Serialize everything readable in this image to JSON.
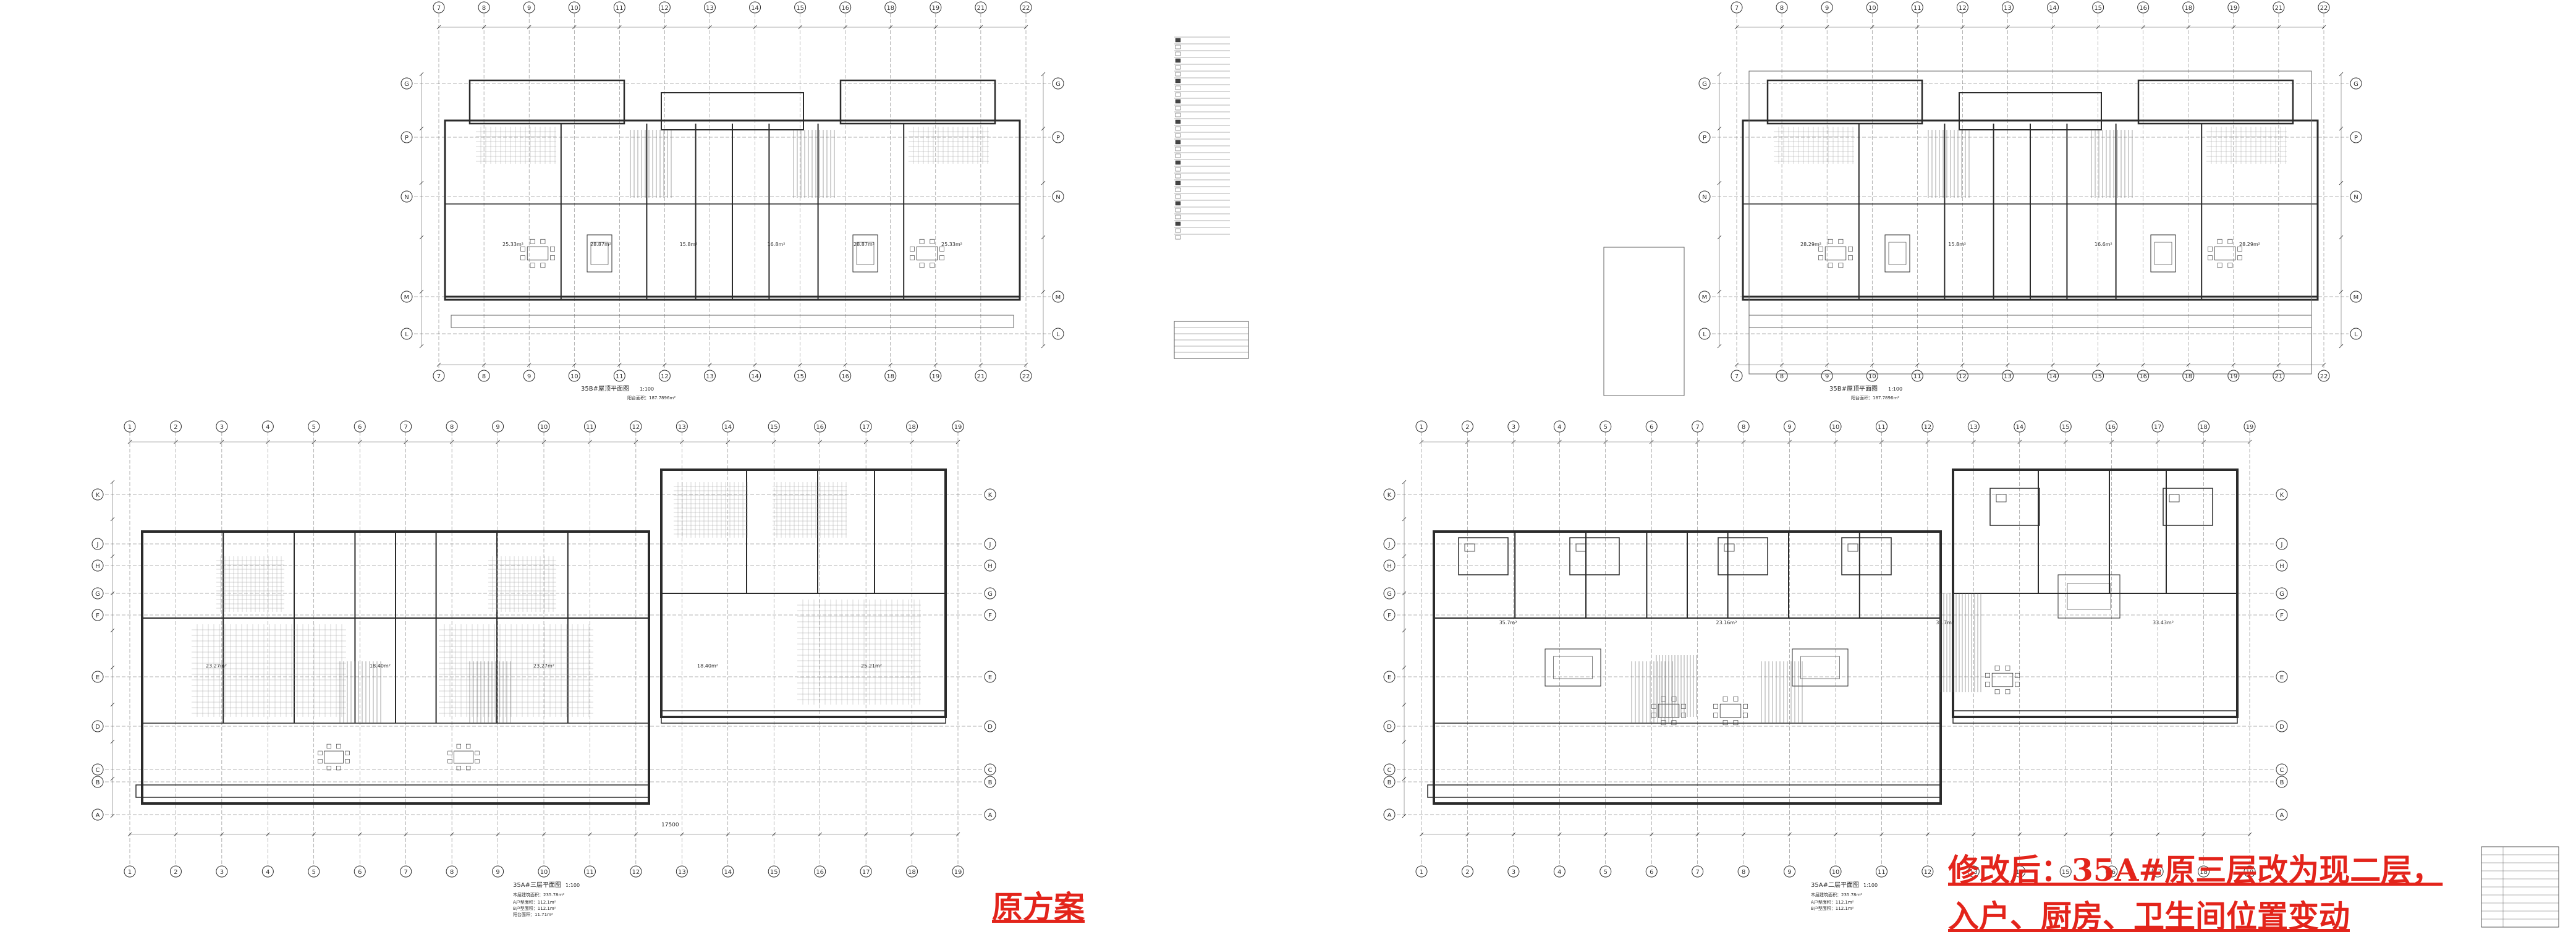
{
  "colors": {
    "line": "#2b2b2b",
    "thin": "#666666",
    "hatch": "#9a9a9a",
    "annotation": "#e3241b",
    "background": "#ffffff"
  },
  "left_sheet": {
    "top_plan": {
      "title": "35B#屋顶平面图",
      "scale": "1:100",
      "area_note": "阳台面积：187.7896m²",
      "grid_top": [
        "7",
        "8",
        "9",
        "10",
        "11",
        "12",
        "13",
        "14",
        "15",
        "16",
        "18",
        "19",
        "21",
        "22"
      ],
      "grid_side": [
        "G",
        "P",
        "N",
        "M",
        "L"
      ],
      "room_areas": [
        "25.33m²",
        "28.87m²",
        "15.8m²",
        "16.8m²",
        "28.87m²",
        "25.33m²"
      ]
    },
    "bottom_plan": {
      "title": "35A#三层平面图",
      "scale": "1:100",
      "area_lines": [
        "本层建筑面积：235.78m²",
        "A户型面积：112.1m²",
        "B户型面积：112.1m²",
        "阳台面积：11.71m²"
      ],
      "grid_top": [
        "1",
        "2",
        "3",
        "4",
        "5",
        "6",
        "7",
        "8",
        "9",
        "10",
        "11",
        "12",
        "13",
        "14",
        "15",
        "16",
        "17",
        "18",
        "19"
      ],
      "grid_side": [
        "K",
        "J",
        "H",
        "G",
        "F",
        "E",
        "D",
        "C",
        "B",
        "A"
      ],
      "room_areas": [
        "23.27m²",
        "18.40m²",
        "23.27m²",
        "18.40m²",
        "25.21m²"
      ],
      "dimension_total": "17500"
    },
    "note": "原方案"
  },
  "right_sheet": {
    "top_plan": {
      "title": "35B#屋顶平面图",
      "scale": "1:100",
      "area_note": "阳台面积：187.7896m²",
      "grid_top": [
        "7",
        "8",
        "9",
        "10",
        "11",
        "12",
        "13",
        "14",
        "15",
        "16",
        "18",
        "19",
        "21",
        "22"
      ],
      "grid_side": [
        "G",
        "P",
        "N",
        "M",
        "L"
      ],
      "room_areas": [
        "28.29m²",
        "15.8m²",
        "16.6m²",
        "28.29m²"
      ]
    },
    "bottom_plan": {
      "title": "35A#二层平面图",
      "scale": "1:100",
      "area_lines": [
        "本层建筑面积：235.78m²",
        "A户型面积：112.1m²",
        "B户型面积：112.1m²"
      ],
      "grid_top": [
        "1",
        "2",
        "3",
        "4",
        "5",
        "6",
        "7",
        "8",
        "9",
        "10",
        "11",
        "12",
        "13",
        "14",
        "15",
        "16",
        "17",
        "18",
        "19"
      ],
      "grid_side": [
        "K",
        "J",
        "H",
        "G",
        "F",
        "E",
        "D",
        "C",
        "B",
        "A"
      ],
      "room_areas": [
        "35.7m²",
        "23.16m²",
        "35.7m²",
        "33.43m²"
      ]
    },
    "note_line1": "修改后：35A#原三层改为现二层，",
    "note_line2": "入户、厨房、卫生间位置变动"
  }
}
